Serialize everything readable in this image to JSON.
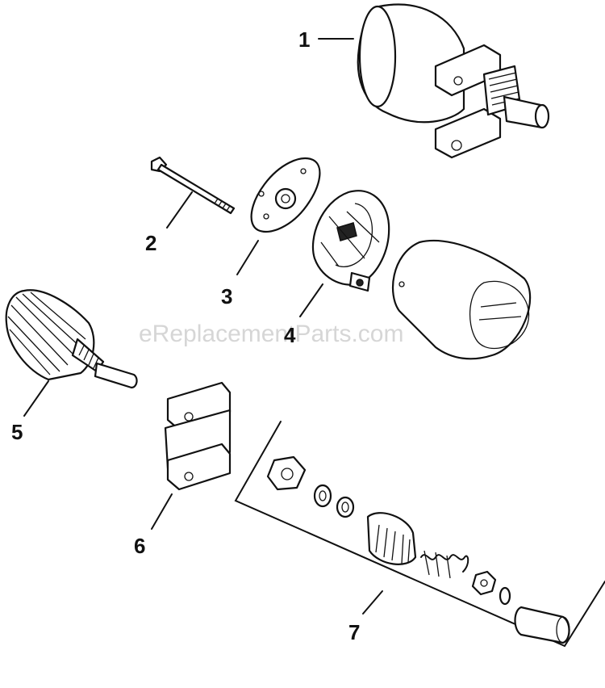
{
  "watermark": "eReplacementParts.com",
  "callouts": [
    {
      "id": "1",
      "label": "1"
    },
    {
      "id": "2",
      "label": "2"
    },
    {
      "id": "3",
      "label": "3"
    },
    {
      "id": "4",
      "label": "4"
    },
    {
      "id": "5",
      "label": "5"
    },
    {
      "id": "6",
      "label": "6"
    },
    {
      "id": "7",
      "label": "7"
    }
  ],
  "colors": {
    "ink": "#111111",
    "watermark": "#d6d6d6",
    "background": "#ffffff"
  }
}
